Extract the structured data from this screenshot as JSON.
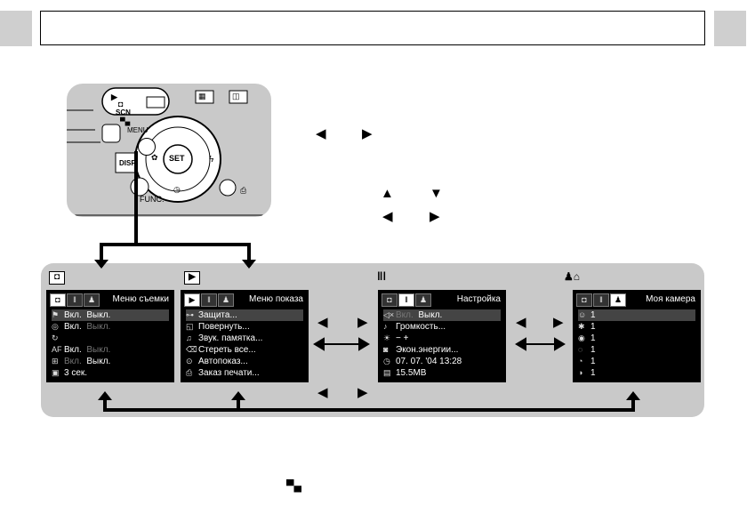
{
  "header": {
    "title": ""
  },
  "camera": {
    "mode_scn": "SCN",
    "menu_label": "MENU",
    "disp_label": "DISP.",
    "set_label": "SET",
    "func_label": "FUNC.",
    "icon_names": [
      "play-icon",
      "camera-icon",
      "movie-icon",
      "grid-icon",
      "zoom-icon",
      "flower-icon",
      "flash-icon",
      "timer-icon",
      "print-icon"
    ]
  },
  "instructions": {
    "left_right_1": [
      "◀",
      "▶"
    ],
    "up_down": [
      "▲",
      "▼"
    ],
    "left_right_2": [
      "◀",
      "▶"
    ]
  },
  "menus": [
    {
      "icon": "camera-icon",
      "title": "Меню съемки",
      "rows": [
        {
          "icon": "⚑",
          "a": "Вкл.",
          "b": "Выкл."
        },
        {
          "icon": "◎",
          "a": "Вкл.",
          "b": "Выкл."
        },
        {
          "icon": "↻",
          "a": "",
          "b": ""
        },
        {
          "icon": "AF",
          "a": "Вкл.",
          "b": "Выкл."
        },
        {
          "icon": "⊞",
          "a": "Вкл.",
          "b": "Выкл."
        },
        {
          "icon": "▣",
          "a": "3 сек.",
          "b": ""
        }
      ]
    },
    {
      "icon": "play-icon",
      "title": "Меню показа",
      "rows": [
        {
          "icon": "⊶",
          "a": "Защита..."
        },
        {
          "icon": "◱",
          "a": "Повернуть..."
        },
        {
          "icon": "♫",
          "a": "Звук. памятка..."
        },
        {
          "icon": "⌫",
          "a": "Стереть все..."
        },
        {
          "icon": "⊙",
          "a": "Автопоказ..."
        },
        {
          "icon": "⎙",
          "a": "Заказ печати..."
        }
      ]
    },
    {
      "icon": "tools-icon",
      "title": "Настройка",
      "rows": [
        {
          "icon": "◁×",
          "a": "Вкл.",
          "b": "Выкл."
        },
        {
          "icon": "♪",
          "a": "Громкость..."
        },
        {
          "icon": "☀",
          "a": "−          +"
        },
        {
          "icon": "◙",
          "a": "Экон.энергии..."
        },
        {
          "icon": "◷",
          "a": "07. 07. '04 13:28"
        },
        {
          "icon": "▤",
          "a": "15.5MB"
        }
      ]
    },
    {
      "icon": "mycamera-icon",
      "title": "Моя камера",
      "rows": [
        {
          "icon": "☺",
          "a": "1"
        },
        {
          "icon": "✱",
          "a": "1"
        },
        {
          "icon": "◉",
          "a": "1"
        },
        {
          "icon": "◌",
          "a": "1"
        },
        {
          "icon": "◔",
          "a": "1"
        },
        {
          "icon": "◑",
          "a": "1"
        }
      ]
    }
  ],
  "nav": {
    "lr_a": [
      "◀",
      "▶"
    ],
    "lr_b": [
      "◀",
      "▶"
    ],
    "lr_bottom": [
      "◀",
      "▶"
    ],
    "double_arrow": "↔"
  },
  "footnote": {
    "movie_icon": "movie-icon"
  }
}
